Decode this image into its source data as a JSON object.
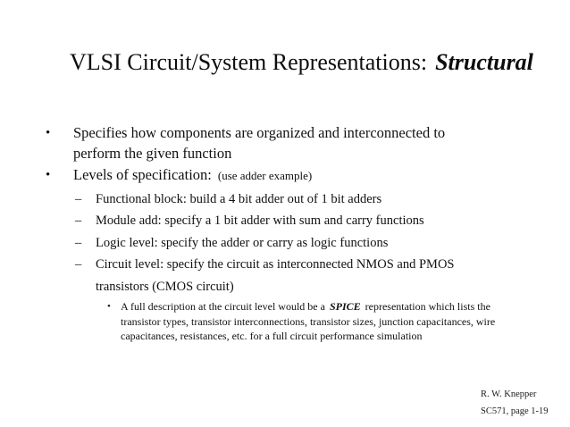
{
  "slide": {
    "title": {
      "main": "VLSI Circuit/System Representations:",
      "emphasis": "Structural"
    },
    "outline": [
      {
        "level": 1,
        "marker": "bullet-marker",
        "text": "Specifies how components are organized and interconnected to perform the given function"
      },
      {
        "level": 1,
        "marker": "bullet-marker",
        "text": "Levels of specification:",
        "note": "(use adder example)"
      },
      {
        "level": 2,
        "marker": "dash-marker",
        "text": "Functional block:  build a 4 bit adder out of 1 bit adders"
      },
      {
        "level": 2,
        "marker": "dash-marker",
        "text": "Module add:  specify a 1 bit adder with sum and carry functions"
      },
      {
        "level": 2,
        "marker": "dash-marker",
        "text": "Logic level:  specify the adder or carry as logic functions"
      },
      {
        "level": 2,
        "marker": "dash-marker",
        "text": "Circuit level:  specify the circuit as interconnected NMOS and PMOS transistors (CMOS circuit)"
      },
      {
        "level": 3,
        "marker": "bullet-marker",
        "text_before": "A full description at the circuit level would be a",
        "emphasis": "SPICE",
        "text_after": "representation which lists the transistor types, transistor interconnections, transistor sizes, junction capacitances, wire capacitances, resistances, etc. for a full circuit performance simulation"
      }
    ],
    "markers": {
      "bullet": "•",
      "dash": "–"
    },
    "footer": {
      "author": "R. W. Knepper",
      "course_page": "SC571,  page 1-19"
    }
  }
}
